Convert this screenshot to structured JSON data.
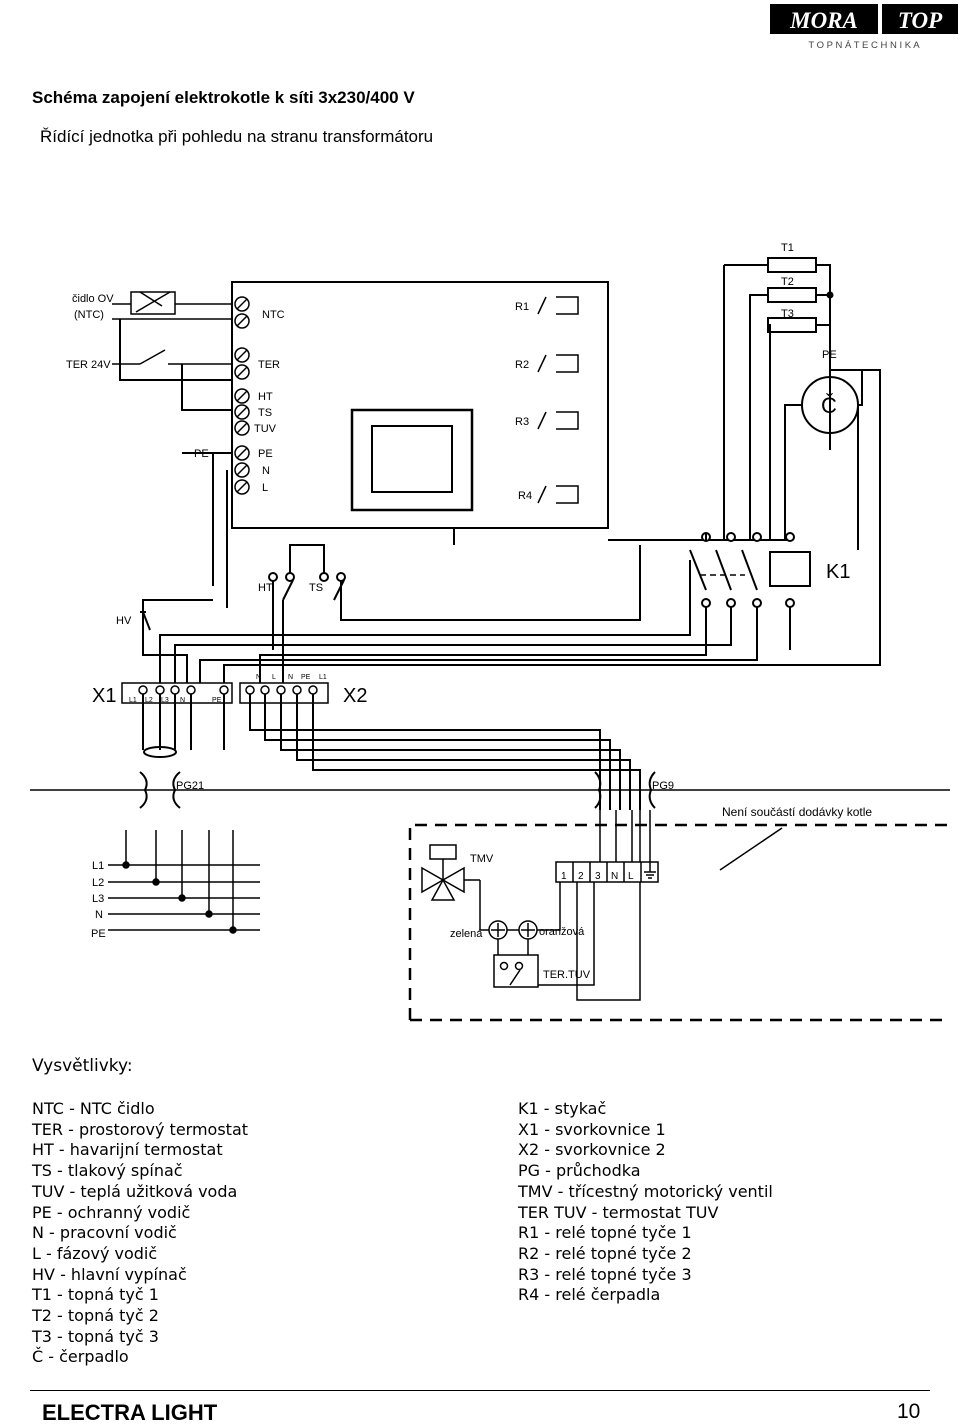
{
  "header": {
    "logo_left": "MORA",
    "logo_right": "TOP",
    "logo_tagline": "T O P N Á   T E C H N I K A"
  },
  "title": "Schéma zapojení elektrokotle k síti 3x230/400 V",
  "subtitle": "Řídící jednotka při pohledu na stranu transformátoru",
  "diagram": {
    "cidlo_1": "čidlo OV",
    "cidlo_2": "(NTC)",
    "ter24": "TER 24V",
    "pe_left": "PE",
    "term_ntc": "NTC",
    "term_ter": "TER",
    "term_ht": "HT",
    "term_ts": "TS",
    "term_tuv": "TUV",
    "term_pe": "PE",
    "term_n": "N",
    "term_l": "L",
    "r1": "R1",
    "r2": "R2",
    "r3": "R3",
    "r4": "R4",
    "t1": "T1",
    "t2": "T2",
    "t3": "T3",
    "pump_pe": "PE",
    "pump": "Č",
    "ht_sw": "HT",
    "ts_sw": "TS",
    "k1": "K1",
    "hv": "HV",
    "x1": "X1",
    "x1_l1": "L1",
    "x1_l2": "L2",
    "x1_l3": "L3",
    "x1_n": "N",
    "x1_pe": "PE",
    "x2_n1": "N",
    "x2_l1": "L",
    "x2_n2": "N",
    "x2_pe": "PE",
    "x2_l2": "L1",
    "x2": "X2",
    "pg21": "PG21",
    "pg9": "PG9",
    "note": "Není součástí dodávky kotle",
    "mains_l1": "L1",
    "mains_l2": "L2",
    "mains_l3": "L3",
    "mains_n": "N",
    "mains_pe": "PE",
    "tmv": "TMV",
    "tb_1": "1",
    "tb_2": "2",
    "tb_3": "3",
    "tb_n": "N",
    "tb_l": "L",
    "zelena": "zelená",
    "oranzova": "oranžová",
    "ter_tuv": "TER.TUV"
  },
  "legend": {
    "heading": "Vysvětlivky:",
    "left": [
      "NTC - NTC čidlo",
      "TER - prostorový termostat",
      "HT - havarijní termostat",
      "TS - tlakový spínač",
      "TUV - teplá užitková voda",
      "PE - ochranný vodič",
      "N - pracovní vodič",
      "L - fázový vodič",
      "HV - hlavní vypínač",
      "T1 - topná tyč 1",
      "T2 - topná tyč 2",
      "T3 - topná tyč 3",
      "Č - čerpadlo"
    ],
    "right": [
      "K1 - stykač",
      "X1 - svorkovnice 1",
      "X2 - svorkovnice 2",
      "PG - průchodka",
      "TMV - třícestný motorický ventil",
      "TER TUV - termostat TUV",
      "R1 - relé topné tyče 1",
      "R2 - relé topné tyče 2",
      "R3 - relé topné tyče 3",
      "R4 - relé čerpadla"
    ]
  },
  "footer": {
    "title": "ELECTRA LIGHT",
    "page": "10"
  }
}
